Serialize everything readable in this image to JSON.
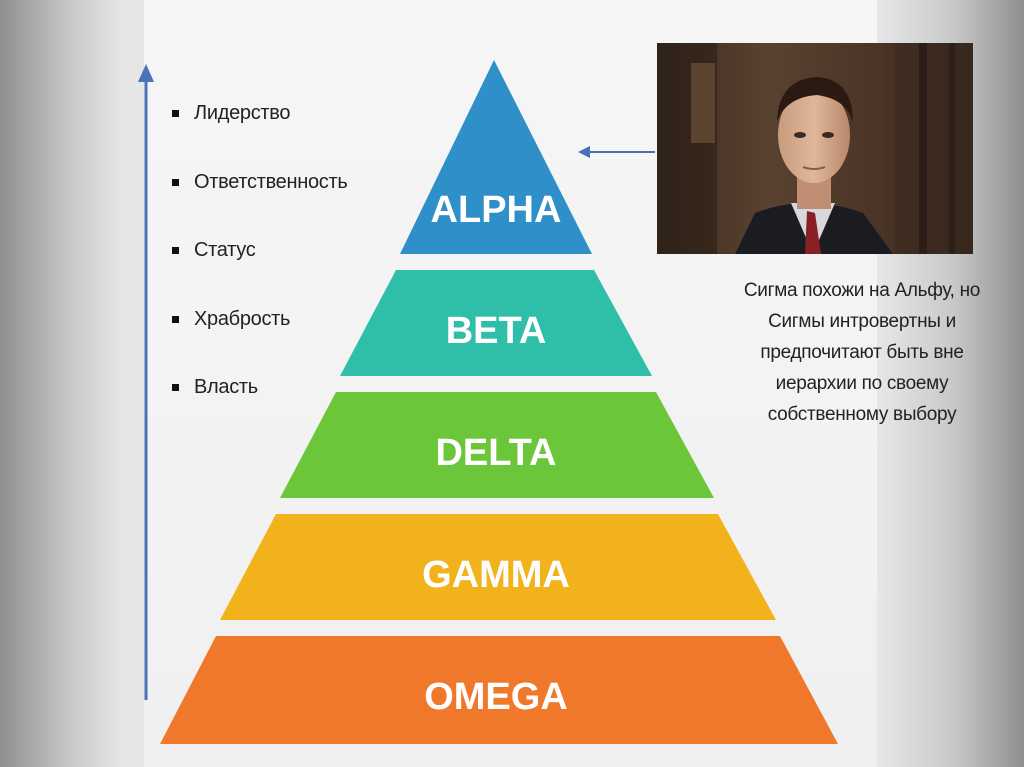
{
  "traits": [
    "Лидерство",
    "Ответственность",
    "Статус",
    "Храбрость",
    "Власть"
  ],
  "pyramid": {
    "tiers": [
      {
        "label": "ALPHA",
        "color": "#2f8fc9"
      },
      {
        "label": "BETA",
        "color": "#2fbfa8"
      },
      {
        "label": "DELTA",
        "color": "#6cc63a"
      },
      {
        "label": "GAMMA",
        "color": "#f2b21c"
      },
      {
        "label": "OMEGA",
        "color": "#f0782a"
      }
    ]
  },
  "caption": "Сигма похожи на Альфу, но\nСигмы интровертны и\nпредпочитают быть вне\nиерархии по своему\nсобственному выбору",
  "colors": {
    "arrow": "#4a72b8",
    "pointer_arrow": "#4a72b8"
  }
}
